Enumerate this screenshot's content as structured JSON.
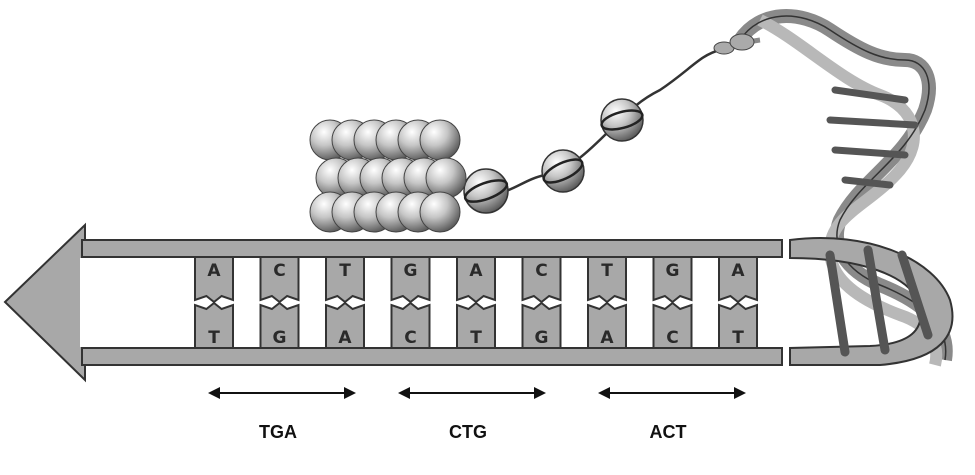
{
  "diagram": {
    "top_strand": [
      "A",
      "C",
      "T",
      "G",
      "A",
      "C",
      "T",
      "G",
      "A"
    ],
    "bottom_strand": [
      "T",
      "G",
      "A",
      "C",
      "T",
      "G",
      "A",
      "C",
      "T"
    ],
    "codons": [
      {
        "label": "TGA"
      },
      {
        "label": "CTG"
      },
      {
        "label": "ACT"
      }
    ],
    "colors": {
      "strand_fill": "#a8a8a8",
      "strand_stroke": "#333333",
      "sphere_fill": "#b5b5b5",
      "helix_fill": "#9a9a9a",
      "text": "#111111"
    }
  }
}
